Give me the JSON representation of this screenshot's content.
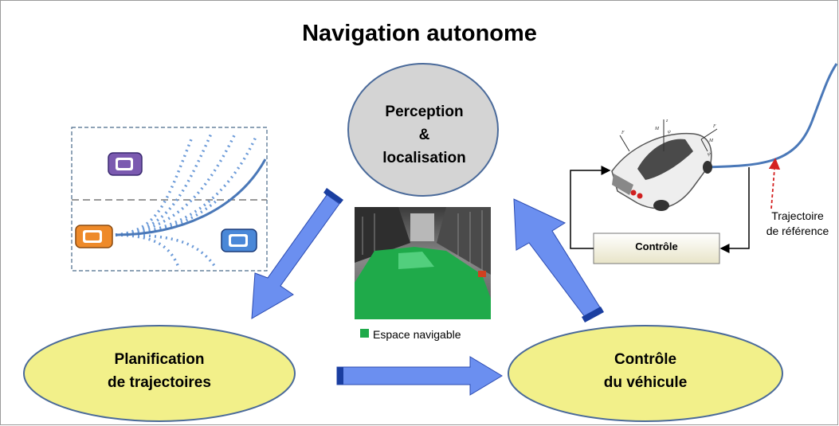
{
  "title": "Navigation autonome",
  "perception": {
    "line1": "Perception",
    "line2": "&",
    "line3": "localisation"
  },
  "planning": {
    "line1": "Planification",
    "line2": "de trajectoires"
  },
  "vehicle_control": {
    "line1": "Contrôle",
    "line2": "du véhicule"
  },
  "control_box_label": "Contrôle",
  "reference_trajectory": {
    "line1": "Trajectoire",
    "line2": "de référence"
  },
  "legend": {
    "label": "Espace navigable",
    "color": "#1faa4a"
  },
  "colors": {
    "arrow_fill": "#6b8ff0",
    "arrow_dark": "#1a3ea0",
    "ellipse_fill": "#f2f08a",
    "circle_fill": "#d4d4d4",
    "trajectory": "#4a78b8",
    "ref_arrow": "#d42020"
  },
  "icons": [
    "car-purple-icon",
    "car-orange-icon",
    "car-blue-icon",
    "sports-car-icon",
    "street-scene-image"
  ]
}
